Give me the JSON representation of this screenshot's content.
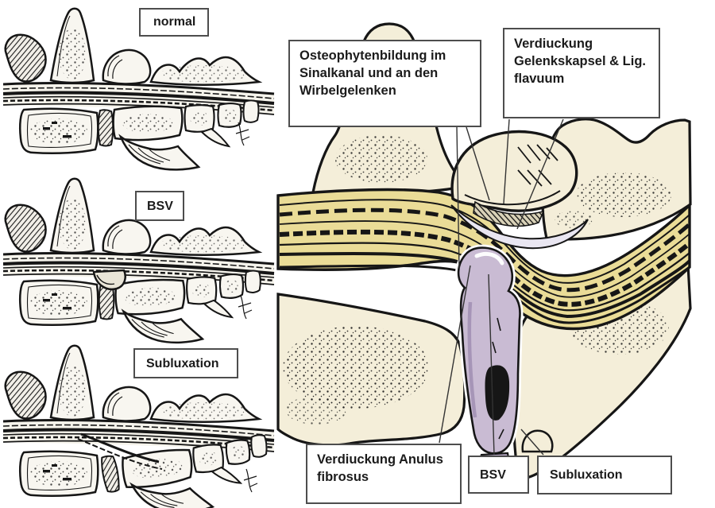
{
  "colors": {
    "background": "#ffffff",
    "bone_cream": "#f4eed9",
    "bone_white": "#f8f6f0",
    "ligament_yellow": "#eadc97",
    "disc_purple": "#c9bbd3",
    "disc_purple_dark": "#b8a9c6",
    "capsule_white": "#e9e6f1",
    "outline": "#161616",
    "label_border": "#4d4d4d",
    "leader_line": "#333333"
  },
  "left_panel": {
    "figures": [
      {
        "id": "normal",
        "label": "normal"
      },
      {
        "id": "bsv",
        "label": "BSV"
      },
      {
        "id": "subluxation",
        "label": "Subluxation"
      }
    ]
  },
  "right_panel": {
    "annotations": {
      "osteophyte": "Osteophytenbildung im Sinalkanal und an den Wirbelgelenken",
      "capsule": "Verdiuckung Gelenkskapsel & Lig. flavuum",
      "anulus": "Verdiuckung Anulus fibrosus",
      "bsv": "BSV",
      "subluxation": "Subluxation"
    }
  }
}
